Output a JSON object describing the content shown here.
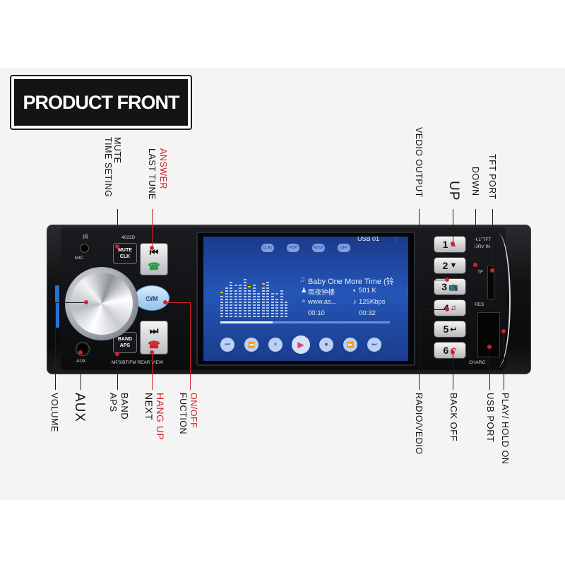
{
  "title": "PRODUCT FRONT",
  "labels": {
    "mute_clk_a": "MUTE",
    "mute_clk_b": "TIME SETING",
    "answer": "ANSWER",
    "last_tune": "LAST TUNE",
    "vedio_output": "VEDIO OUTPUT",
    "up": "UP",
    "down": "DOWN",
    "tft_port": "TFT PORT",
    "volume": "VOLUME",
    "aux": "AUX",
    "band": "BAND",
    "aps": "APS",
    "hang_up": "HANG UP",
    "next": "NEXT",
    "on_off": "ON/OFF",
    "fuction": "FUCTION",
    "radio_vedio": "RADIO/VEDIO",
    "back_off": "BACK OFF",
    "usb_port": "USB PORT",
    "play_hold_on": "PLAY/ HOLD ON"
  },
  "device": {
    "model": "4022D",
    "ir": "IR",
    "mic": "MIC",
    "aux_label": "AUX",
    "mute_btn": "MUTE",
    "clk_btn": "CLK",
    "band_btn": "BAND",
    "aps_btn": "APS",
    "power_btn": "⏻/M",
    "caption": "MP5/BT/FM REAR VIEW",
    "tft_label_a": "4.1\"TFT",
    "tft_label_b": "DRV IN",
    "tf_label": "TF",
    "res_label": "RES",
    "charg_label": "CHARG",
    "numbers": [
      "1",
      "2",
      "3",
      "4",
      "5",
      "6"
    ],
    "number_glyphs": [
      "▲",
      "▼",
      "📺",
      "♫",
      "↩",
      "↶"
    ]
  },
  "screen": {
    "source": "USB 01",
    "eq_buttons": [
      "CLAS",
      "POP",
      "ROCK",
      "OFF"
    ],
    "song": "Baby One More Time (铃",
    "artist": "雨夜钟楼",
    "size": "501 K",
    "url": "www.as...",
    "bitrate": "125Kbps",
    "elapsed": "00:10",
    "total": "00:32",
    "progress": 0.31,
    "controls": [
      "⏮",
      "⏪",
      "⏸",
      "▶",
      "⏹",
      "⏩",
      "⏭"
    ]
  }
}
